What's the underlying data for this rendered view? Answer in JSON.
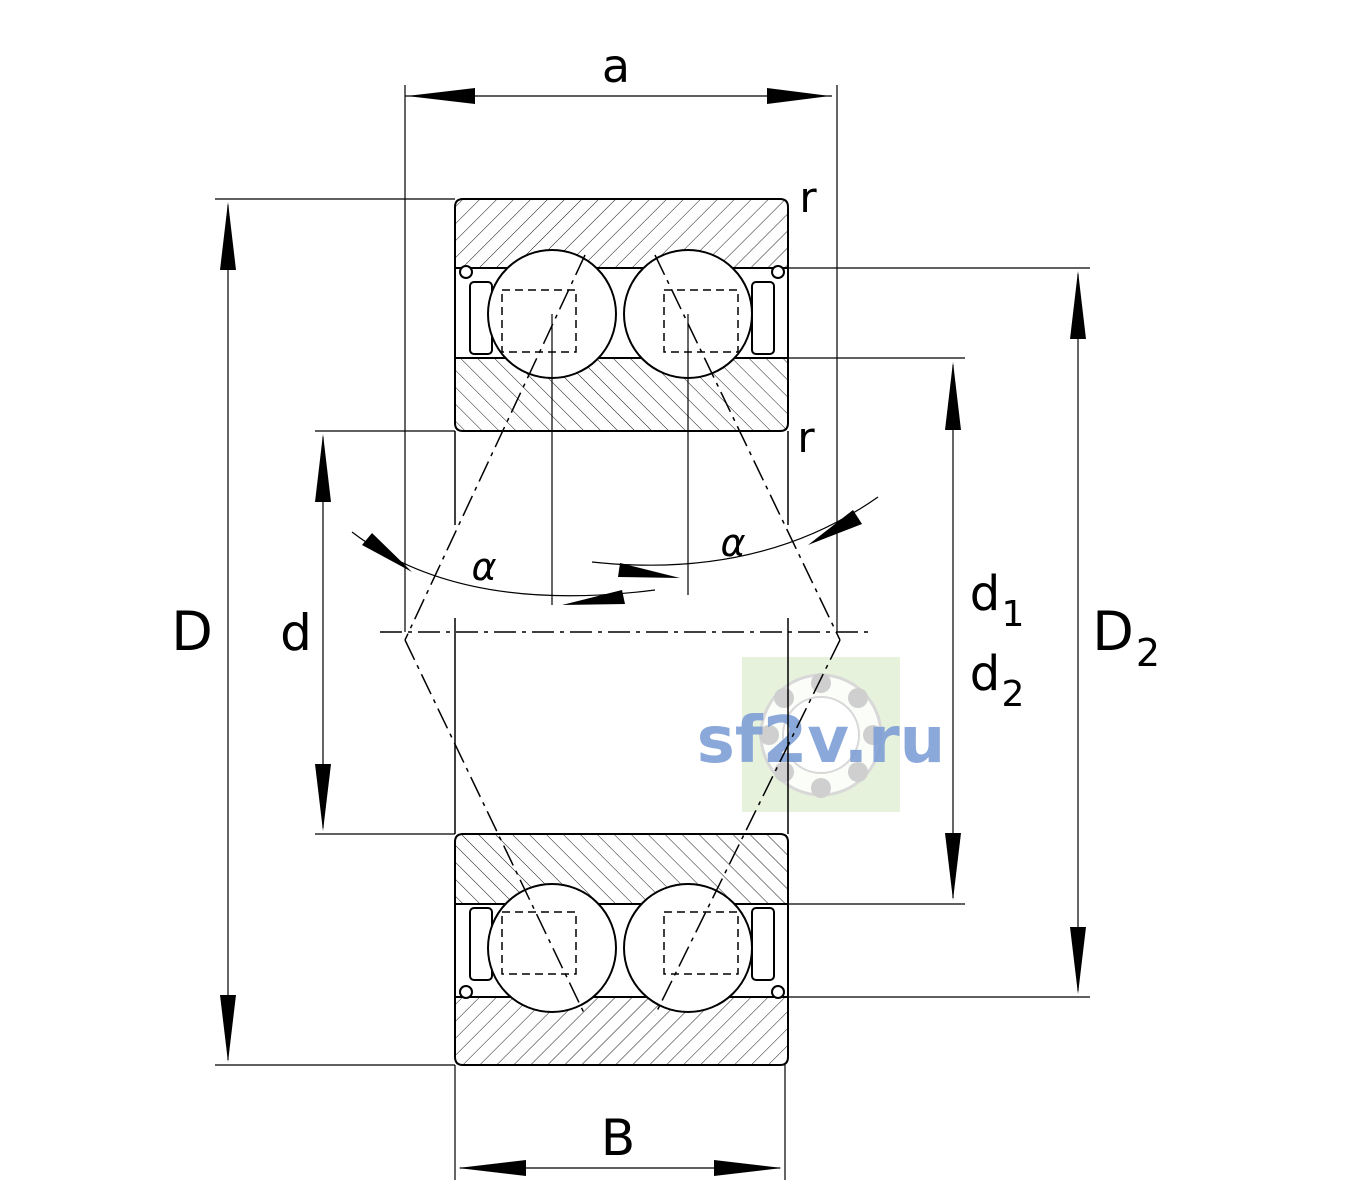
{
  "labels": {
    "a": "a",
    "r_top": "r",
    "r_inner": "r",
    "alpha_left": "α",
    "alpha_right": "α",
    "D": "D",
    "d": "d",
    "d1_base": "d",
    "d1_sub": "1",
    "d2_base": "d",
    "d2_sub": "2",
    "D2_base": "D",
    "D2_sub": "2",
    "B": "B"
  },
  "watermark": {
    "text": "sf2v.ru",
    "text_color": "#7f9fd6",
    "bg_color": "#e6f2dc"
  }
}
